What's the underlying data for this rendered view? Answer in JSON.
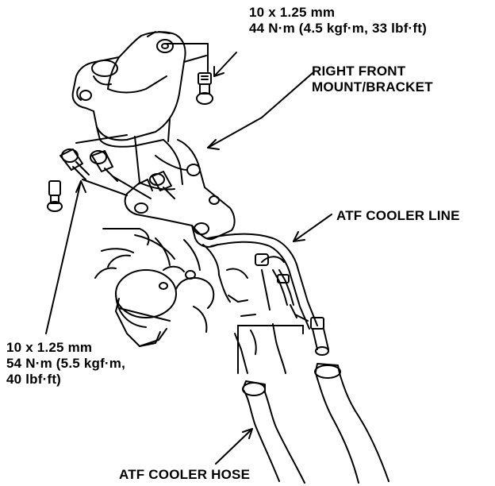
{
  "callouts": {
    "top_bolt_torque": {
      "line1": "10 x 1.25 mm",
      "line2": "44 N·m (4.5 kgf·m, 33 lbf·ft)"
    },
    "mount_bracket": {
      "line1": "RIGHT FRONT",
      "line2": "MOUNT/BRACKET"
    },
    "atf_cooler_line": {
      "line1": "ATF COOLER LINE"
    },
    "lower_bolt_torque": {
      "line1": "10 x 1.25 mm",
      "line2": "54 N·m (5.5 kgf·m,",
      "line3": "40 lbf·ft)"
    },
    "atf_cooler_hose": {
      "line1": "ATF COOLER HOSE"
    }
  },
  "colors": {
    "ink": "#000000",
    "paper": "#ffffff"
  }
}
